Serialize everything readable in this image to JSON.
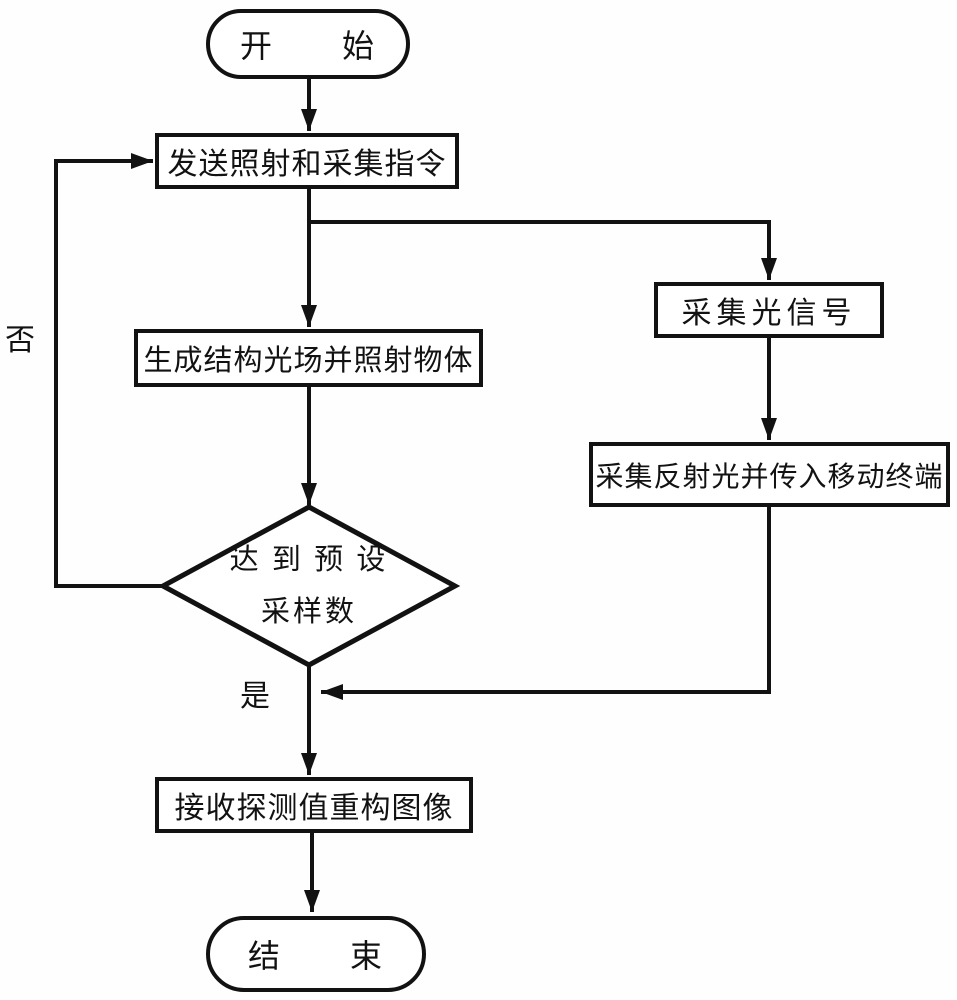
{
  "colors": {
    "stroke": "#121212",
    "bg": "#fefefe",
    "fill": "#ffffff"
  },
  "flowchart": {
    "nodes": {
      "start": "开　　始",
      "send_command": "发送照射和采集指令",
      "generate_light_field": "生成结构光场并照射物体",
      "collect_light_signal": "采集光信号",
      "collect_reflected_light": "采集反射光并传入移动终端",
      "decision_line1": "达 到 预 设",
      "decision_line2": "采样数",
      "receive_reconstruct": "接收探测值重构图像",
      "end": "结　　束"
    },
    "edge_labels": {
      "no": "否",
      "yes": "是"
    }
  }
}
